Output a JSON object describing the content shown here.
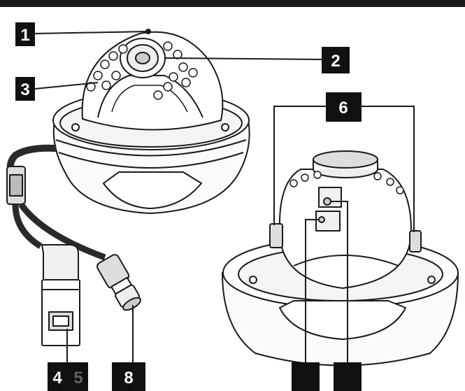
{
  "callouts": [
    {
      "id": "1",
      "label": "1"
    },
    {
      "id": "2",
      "label": "2"
    },
    {
      "id": "3",
      "label": "3"
    },
    {
      "id": "6",
      "label": "6"
    },
    {
      "id": "4",
      "label": "4"
    },
    {
      "id": "5",
      "label": "5"
    },
    {
      "id": "8",
      "label": "8"
    },
    {
      "id": "7a",
      "label": ""
    },
    {
      "id": "7b",
      "label": ""
    }
  ]
}
